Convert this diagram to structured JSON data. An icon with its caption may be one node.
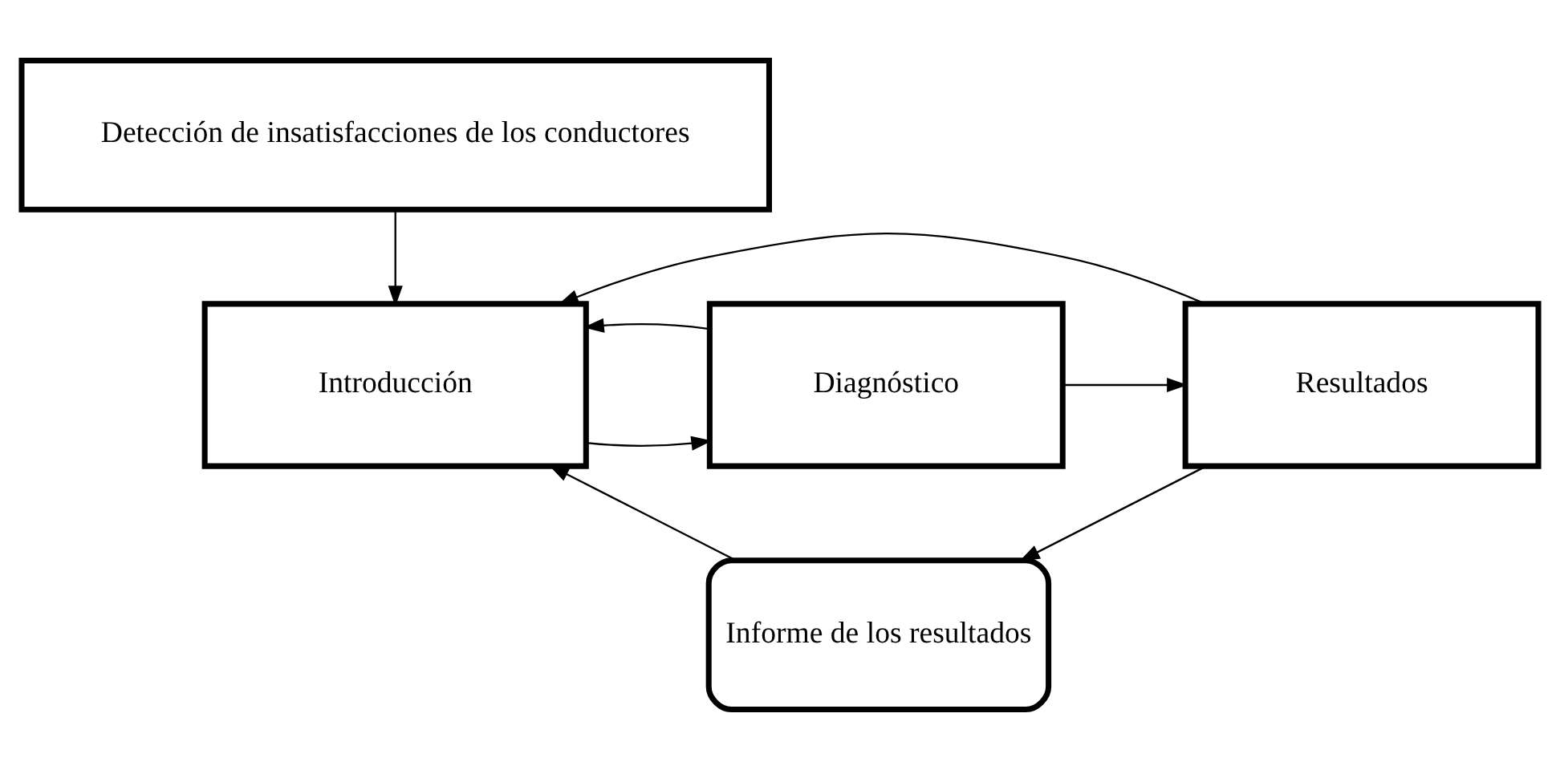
{
  "diagram": {
    "nodes": [
      {
        "text": [
          "Detección de insatisfacciones de los conductores"
        ]
      },
      {
        "text": [
          "Introducción"
        ]
      },
      {
        "text": [
          "Diagnóstico"
        ]
      },
      {
        "text": [
          "Resultados"
        ]
      },
      {
        "text": [
          "Informe de los resultados"
        ]
      }
    ],
    "edges": [
      {
        "from": 0,
        "to": 1,
        "arrow": "to"
      },
      {
        "from": 1,
        "to": 2,
        "arrow": "to"
      },
      {
        "from": 2,
        "to": 3,
        "arrow": "to"
      },
      {
        "from": 2,
        "to": 1,
        "arrow": "to"
      },
      {
        "from": 3,
        "to": 1,
        "arrow": "to"
      },
      {
        "from": 3,
        "to": 4,
        "arrow": "to"
      },
      {
        "from": 4,
        "to": 1,
        "arrow": "to"
      }
    ]
  }
}
